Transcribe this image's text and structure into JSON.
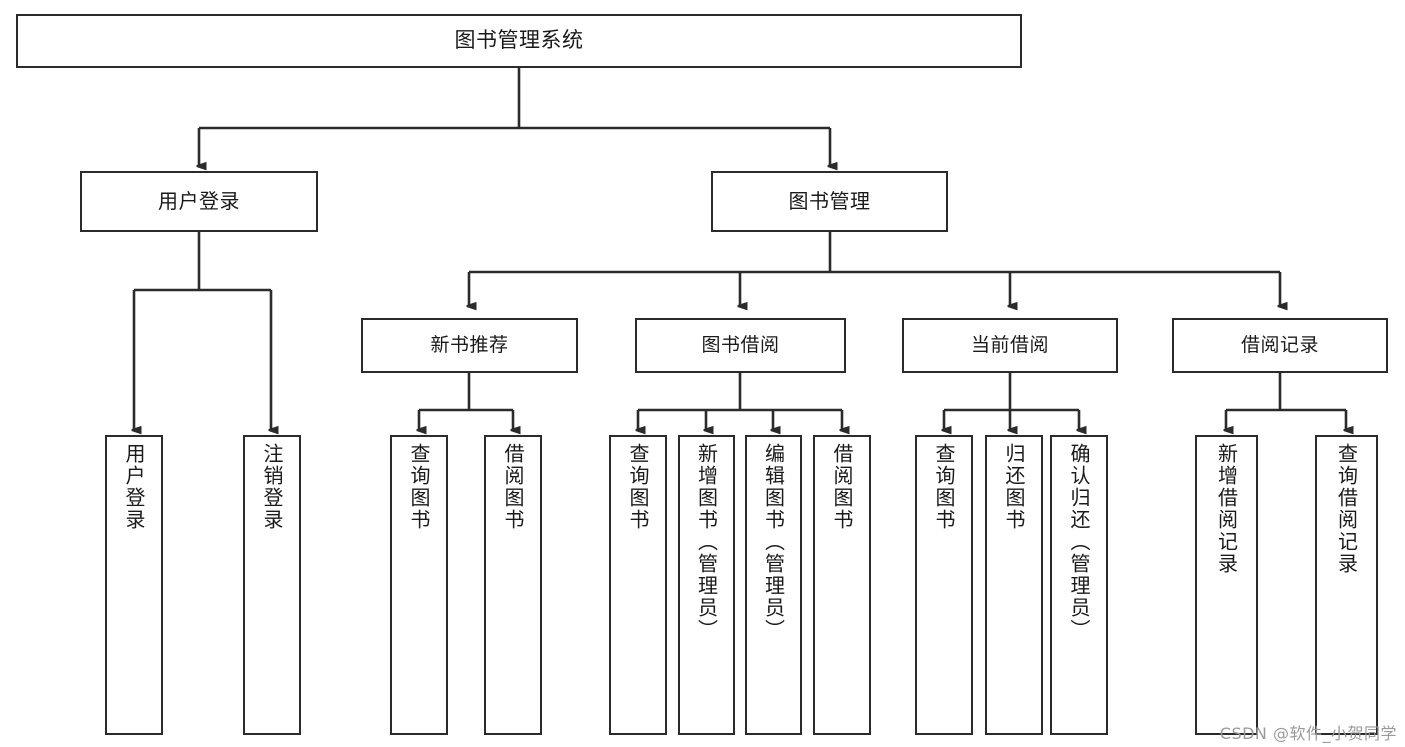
{
  "diagram": {
    "title": "图书管理系统",
    "type": "tree",
    "watermark": "CSDN @软件_小贺同学",
    "colors": {
      "box_border": "#2b2b2b",
      "box_fill": "#ffffff",
      "connector": "#2b2b2b",
      "text": "#1a1a1a",
      "watermark": "#9a9a9a"
    },
    "root": {
      "label": "图书管理系统"
    },
    "level2": [
      {
        "label": "用户登录"
      },
      {
        "label": "图书管理"
      }
    ],
    "level3": [
      {
        "label": "新书推荐"
      },
      {
        "label": "图书借阅"
      },
      {
        "label": "当前借阅"
      },
      {
        "label": "借阅记录"
      }
    ],
    "leaves": {
      "user_login": [
        {
          "label": "用户登录"
        },
        {
          "label": "注销登录"
        }
      ],
      "new_book_recommend": [
        {
          "label": "查询图书"
        },
        {
          "label": "借阅图书"
        }
      ],
      "book_borrow": [
        {
          "label": "查询图书"
        },
        {
          "label": "新增图书（管理员）"
        },
        {
          "label": "编辑图书（管理员）"
        },
        {
          "label": "借阅图书"
        }
      ],
      "current_borrow": [
        {
          "label": "查询图书"
        },
        {
          "label": "归还图书"
        },
        {
          "label": "确认归还（管理员）"
        }
      ],
      "borrow_record": [
        {
          "label": "新增借阅记录"
        },
        {
          "label": "查询借阅记录"
        }
      ]
    }
  }
}
